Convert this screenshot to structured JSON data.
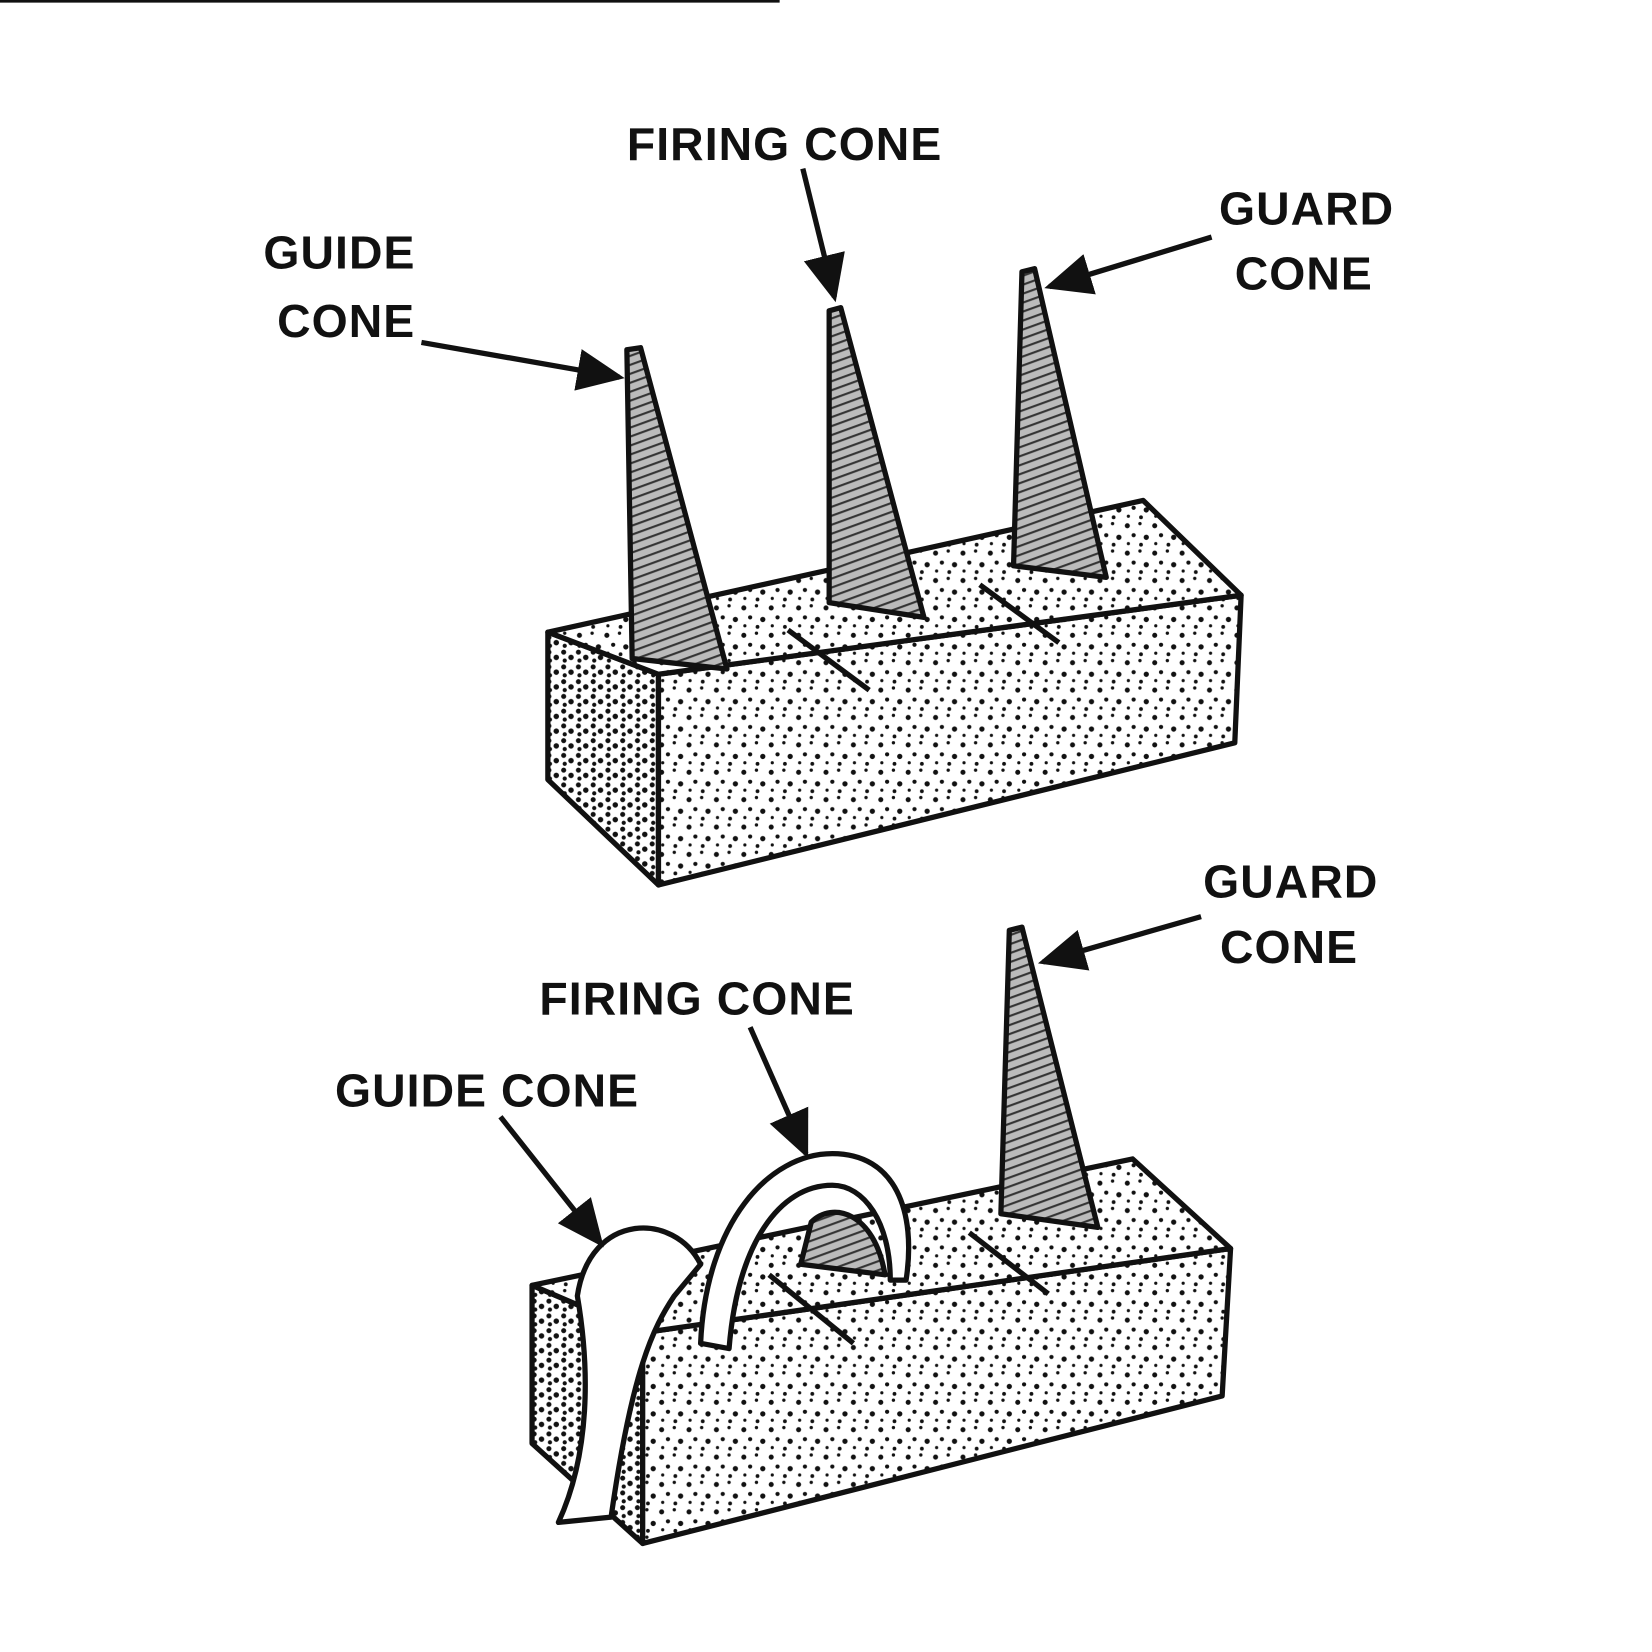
{
  "diagram": {
    "upper": {
      "firing_cone": "FIRING CONE",
      "guard_cone": [
        "GUARD",
        "CONE"
      ],
      "guide_cone": [
        "GUIDE",
        "CONE"
      ]
    },
    "lower": {
      "guard_cone": [
        "GUARD",
        "CONE"
      ],
      "firing_cone": "FIRING CONE",
      "guide_cone": "GUIDE CONE"
    }
  },
  "colors": {
    "ink": "#111111",
    "paper": "#ffffff"
  }
}
